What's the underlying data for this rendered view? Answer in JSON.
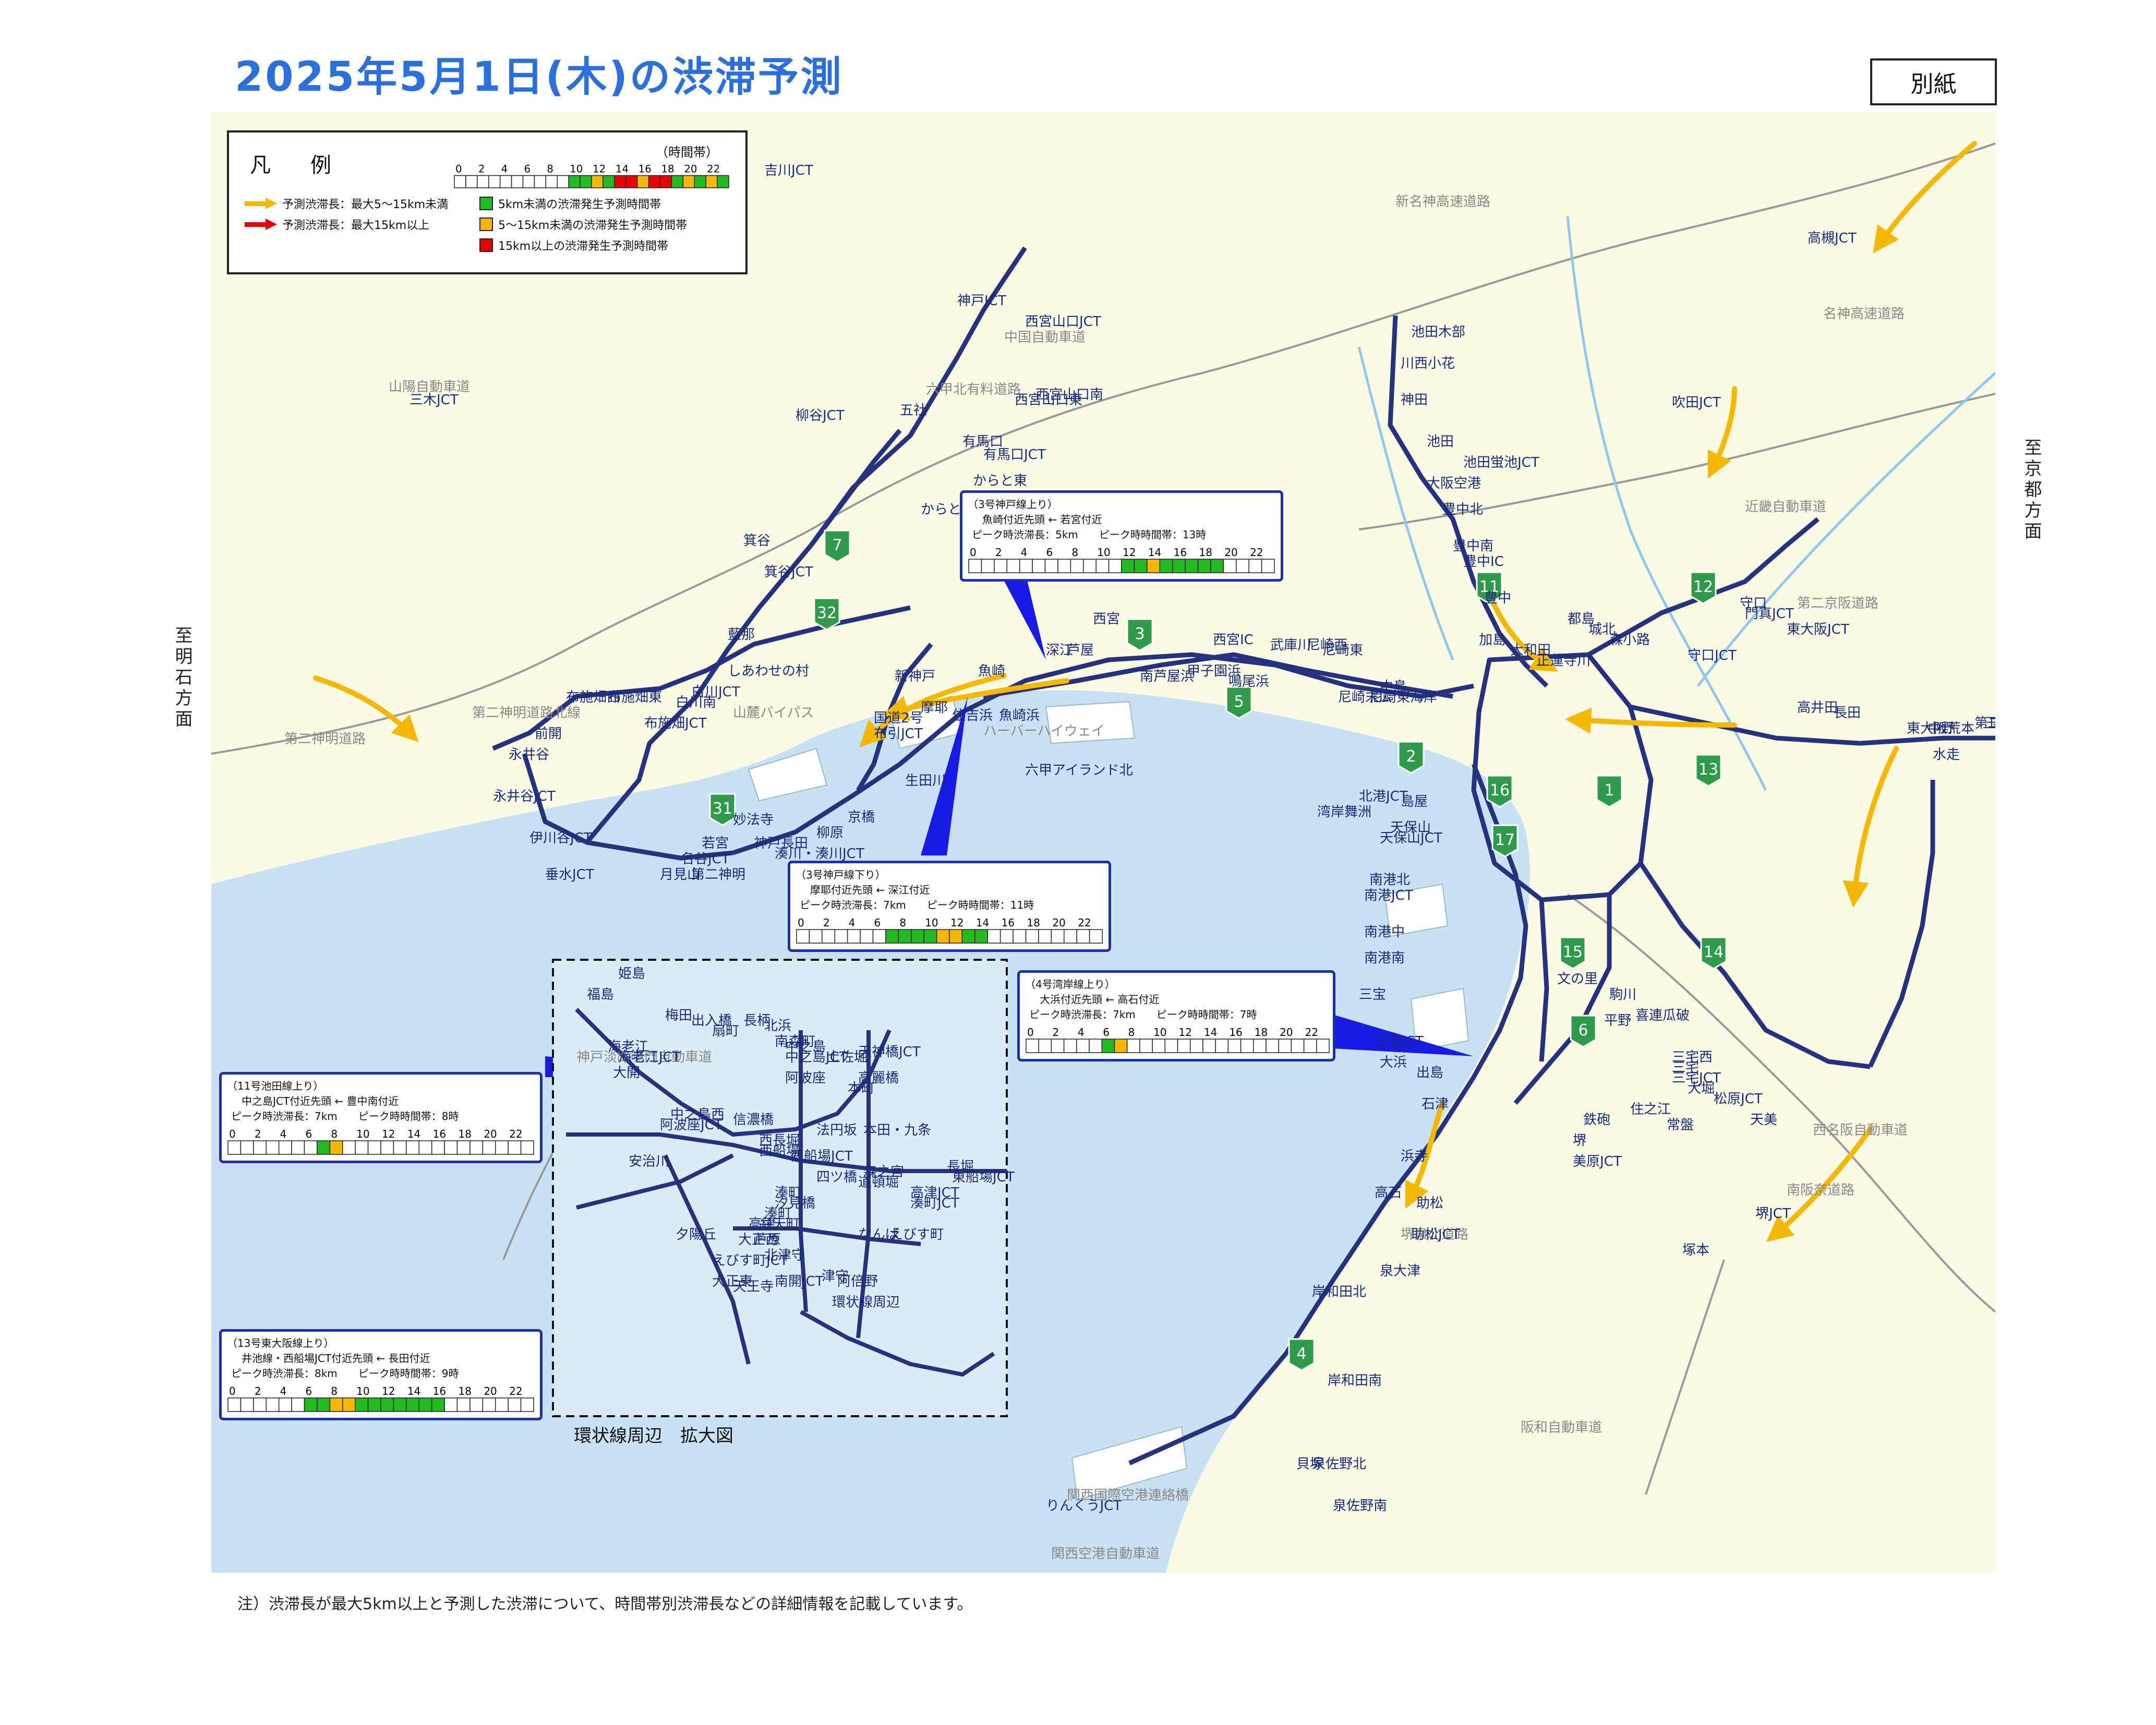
{
  "title": "2025年5月1日(木)の渋滞予測",
  "attachment_label": "別紙",
  "direction_left": "至明石方面",
  "direction_right": "至京都方面",
  "footnote": "注）渋滞長が最大5km以上と予測した渋滞について、時間帯別渋滞長などの詳細情報を記載しています。",
  "inset_caption": "環状線周辺　拡大図",
  "colors": {
    "green": "#22bb22",
    "yellow": "#f5b800",
    "red": "#e60000",
    "route": "#27327e",
    "land": "#fbfbe5",
    "sea": "#c9e2f3",
    "arrow": "#1a1ae6"
  },
  "hour_ticks": [
    "0",
    "2",
    "4",
    "6",
    "8",
    "10",
    "12",
    "14",
    "16",
    "18",
    "20",
    "22"
  ],
  "legend": {
    "title": "凡　例",
    "timeband_label": "（時間帯）",
    "bar": [
      "",
      "",
      "",
      "",
      "",
      "",
      "",
      "",
      "",
      "",
      "g",
      "g",
      "y",
      "g",
      "r",
      "r",
      "y",
      "r",
      "r",
      "g",
      "y",
      "g",
      "y",
      "g"
    ],
    "items": [
      {
        "kind": "arrow-yellow",
        "text": "予測渋滞長：最大5～15km未満"
      },
      {
        "kind": "arrow-red",
        "text": "予測渋滞長：最大15km以上"
      },
      {
        "kind": "swatch-green",
        "text": "5km未満の渋滞発生予測時間帯"
      },
      {
        "kind": "swatch-yellow",
        "text": "5～15km未満の渋滞発生予測時間帯"
      },
      {
        "kind": "swatch-red",
        "text": "15km以上の渋滞発生予測時間帯"
      }
    ]
  },
  "callouts": [
    {
      "id": "kobe3-up",
      "line1": "（3号神戸線上り）",
      "line2": "魚崎付近先頭 ← 若宮付近",
      "len_label": "ピーク時渋滞長：",
      "len": "5km",
      "time_label": "ピーク時時間帯：",
      "time": "13時",
      "bar": [
        "",
        "",
        "",
        "",
        "",
        "",
        "",
        "",
        "",
        "",
        "",
        "",
        "",
        "",
        "",
        "",
        "",
        "",
        "",
        "",
        "",
        "",
        "",
        ""
      ]
    },
    {
      "id": "kobe3-down",
      "line1": "（3号神戸線下り）",
      "line2": "摩耶付近先頭 ← 深江付近",
      "len_label": "ピーク時渋滞長：",
      "len": "7km",
      "time_label": "ピーク時時間帯：",
      "time": "11時",
      "bar": [
        "",
        "",
        "",
        "",
        "",
        "",
        "",
        "",
        "",
        "",
        "",
        "",
        "",
        "",
        "",
        "",
        "",
        "",
        "",
        "",
        "",
        "",
        "",
        ""
      ]
    },
    {
      "id": "wangan4-up",
      "line1": "（4号湾岸線上り）",
      "line2": "大浜付近先頭 ← 高石付近",
      "len_label": "ピーク時渋滞長：",
      "len": "7km",
      "time_label": "ピーク時時間帯：",
      "time": "7時",
      "bar": [
        "",
        "",
        "",
        "",
        "",
        "",
        "",
        "",
        "",
        "",
        "",
        "",
        "",
        "",
        "",
        "",
        "",
        "",
        "",
        "",
        "",
        "",
        "",
        ""
      ]
    },
    {
      "id": "ikeda11-up",
      "line1": "（11号池田線上り）",
      "line2": "中之島JCT付近先頭 ← 豊中南付近",
      "len_label": "ピーク時渋滞長：",
      "len": "7km",
      "time_label": "ピーク時時間帯：",
      "time": "8時",
      "bar": [
        "",
        "",
        "",
        "",
        "",
        "",
        "",
        "",
        "",
        "",
        "",
        "",
        "",
        "",
        "",
        "",
        "",
        "",
        "",
        "",
        "",
        "",
        "",
        ""
      ]
    },
    {
      "id": "higashiosaka13-up",
      "line1": "（13号東大阪線上り）",
      "line2": "井池線・西船場JCT付近先頭 ← 長田付近",
      "len_label": "ピーク時渋滞長：",
      "len": "8km",
      "time_label": "ピーク時時間帯：",
      "time": "9時",
      "bar": [
        "",
        "",
        "",
        "",
        "",
        "",
        "",
        "",
        "",
        "",
        "",
        "",
        "",
        "",
        "",
        "",
        "",
        "",
        "",
        "",
        "",
        "",
        "",
        ""
      ]
    }
  ],
  "route_badges": [
    "7",
    "32",
    "3",
    "5",
    "31",
    "2",
    "16",
    "1",
    "17",
    "13",
    "11",
    "12",
    "15",
    "14",
    "6",
    "4"
  ],
  "expressways": [
    "中国自動車道",
    "新名神高速道路",
    "名神高速道路",
    "近畿自動車道",
    "第二京阪道路",
    "山陽自動車道",
    "第二神明道路北線",
    "第二神明道路",
    "六甲北有料道路",
    "山麓バイパス",
    "ハーバーハイウェイ",
    "神戸淡路鳴門自動車道",
    "関西国際空港連絡橋",
    "関西空港自動車道",
    "阪和自動車道",
    "西名阪自動車道",
    "南阪奈道路",
    "堺泉北道路"
  ],
  "labels": [
    "吉川JCT",
    "高槻JCT",
    "吹田JCT",
    "神戸JCT",
    "西宮山口JCT",
    "西宮山口東",
    "西宮山口南",
    "三木JCT",
    "柳谷JCT",
    "五社",
    "有馬口",
    "有馬口JCT",
    "からと東",
    "からと西",
    "箕谷",
    "箕谷JCT",
    "藍那",
    "しあわせの村",
    "白川JCT",
    "白川南",
    "布施畑JCT",
    "布施畑東",
    "布施畑西",
    "前開",
    "永井谷",
    "永井谷JCT",
    "伊川谷JCT",
    "垂水JCT",
    "名谷JCT",
    "月見山",
    "第二神明",
    "若宮",
    "妙法寺",
    "神戸長田",
    "湊川・湊川JCT",
    "柳原",
    "京橋",
    "生田川",
    "摩耶",
    "国道2号",
    "布引JCT",
    "新神戸",
    "住吉浜",
    "魚崎浜",
    "六甲アイランド北",
    "魚崎",
    "深江",
    "芦屋",
    "西宮",
    "南芦屋浜",
    "甲子園浜",
    "鳴尾浜",
    "西宮IC",
    "武庫川",
    "尼崎西",
    "尼崎東",
    "尼崎末広",
    "尼崎東海岸",
    "中島",
    "湾岸舞洲",
    "北港JCT",
    "島屋",
    "天保山",
    "天保山JCT",
    "南港北",
    "南港JCT",
    "南港中",
    "南港南",
    "三宝",
    "三宝JCT",
    "大浜",
    "出島",
    "石津",
    "浜寺",
    "高石",
    "助松",
    "助松JCT",
    "泉大津",
    "岸和田北",
    "岸和田南",
    "貝塚",
    "泉佐野北",
    "泉佐野南",
    "りんくうJCT",
    "池田木部",
    "川西小花",
    "神田",
    "池田",
    "池田蛍池JCT",
    "大阪空港",
    "豊中北",
    "豊中南",
    "豊中IC",
    "豊中",
    "加島",
    "大和田",
    "正蓮寺川",
    "都島",
    "城北",
    "森小路",
    "守口JCT",
    "守口",
    "門真JCT",
    "東大阪JCT",
    "高井田",
    "長田",
    "東大阪荒本",
    "中野",
    "水走",
    "第二阪奈",
    "玉出",
    "文の里",
    "駒川",
    "平野",
    "喜連瓜破",
    "三宅西",
    "三宅",
    "三宅JCT",
    "大堀",
    "松原JCT",
    "天美",
    "常盤",
    "住之江",
    "鉄砲",
    "堺",
    "美原JCT",
    "堺JCT",
    "塚本",
    "姫島",
    "福島",
    "梅田",
    "出入橋",
    "扇町",
    "長柄",
    "北浜",
    "南森町",
    "海老江",
    "海老江JCT",
    "中之島",
    "中之島JCT",
    "土佐堀",
    "天神橋JCT",
    "大開",
    "阿波座",
    "高麗橋",
    "本町",
    "中之島西",
    "阿波座JCT",
    "信濃橋",
    "法円坂",
    "本田・九条",
    "西長堀",
    "西船場",
    "西船場JCT",
    "森之宮",
    "長堀",
    "東船場JCT",
    "安治川",
    "四ツ橋",
    "道頓堀",
    "高津JCT",
    "湊町JCT",
    "湊町",
    "汐見橋",
    "湊町",
    "高津",
    "弁天町",
    "夕陽丘",
    "大正西",
    "芦原",
    "なんば",
    "えびす町",
    "えびす町JCT",
    "大正東",
    "北津守",
    "南開JCT",
    "天王寺",
    "津守",
    "阿倍野",
    "環状線周辺"
  ]
}
